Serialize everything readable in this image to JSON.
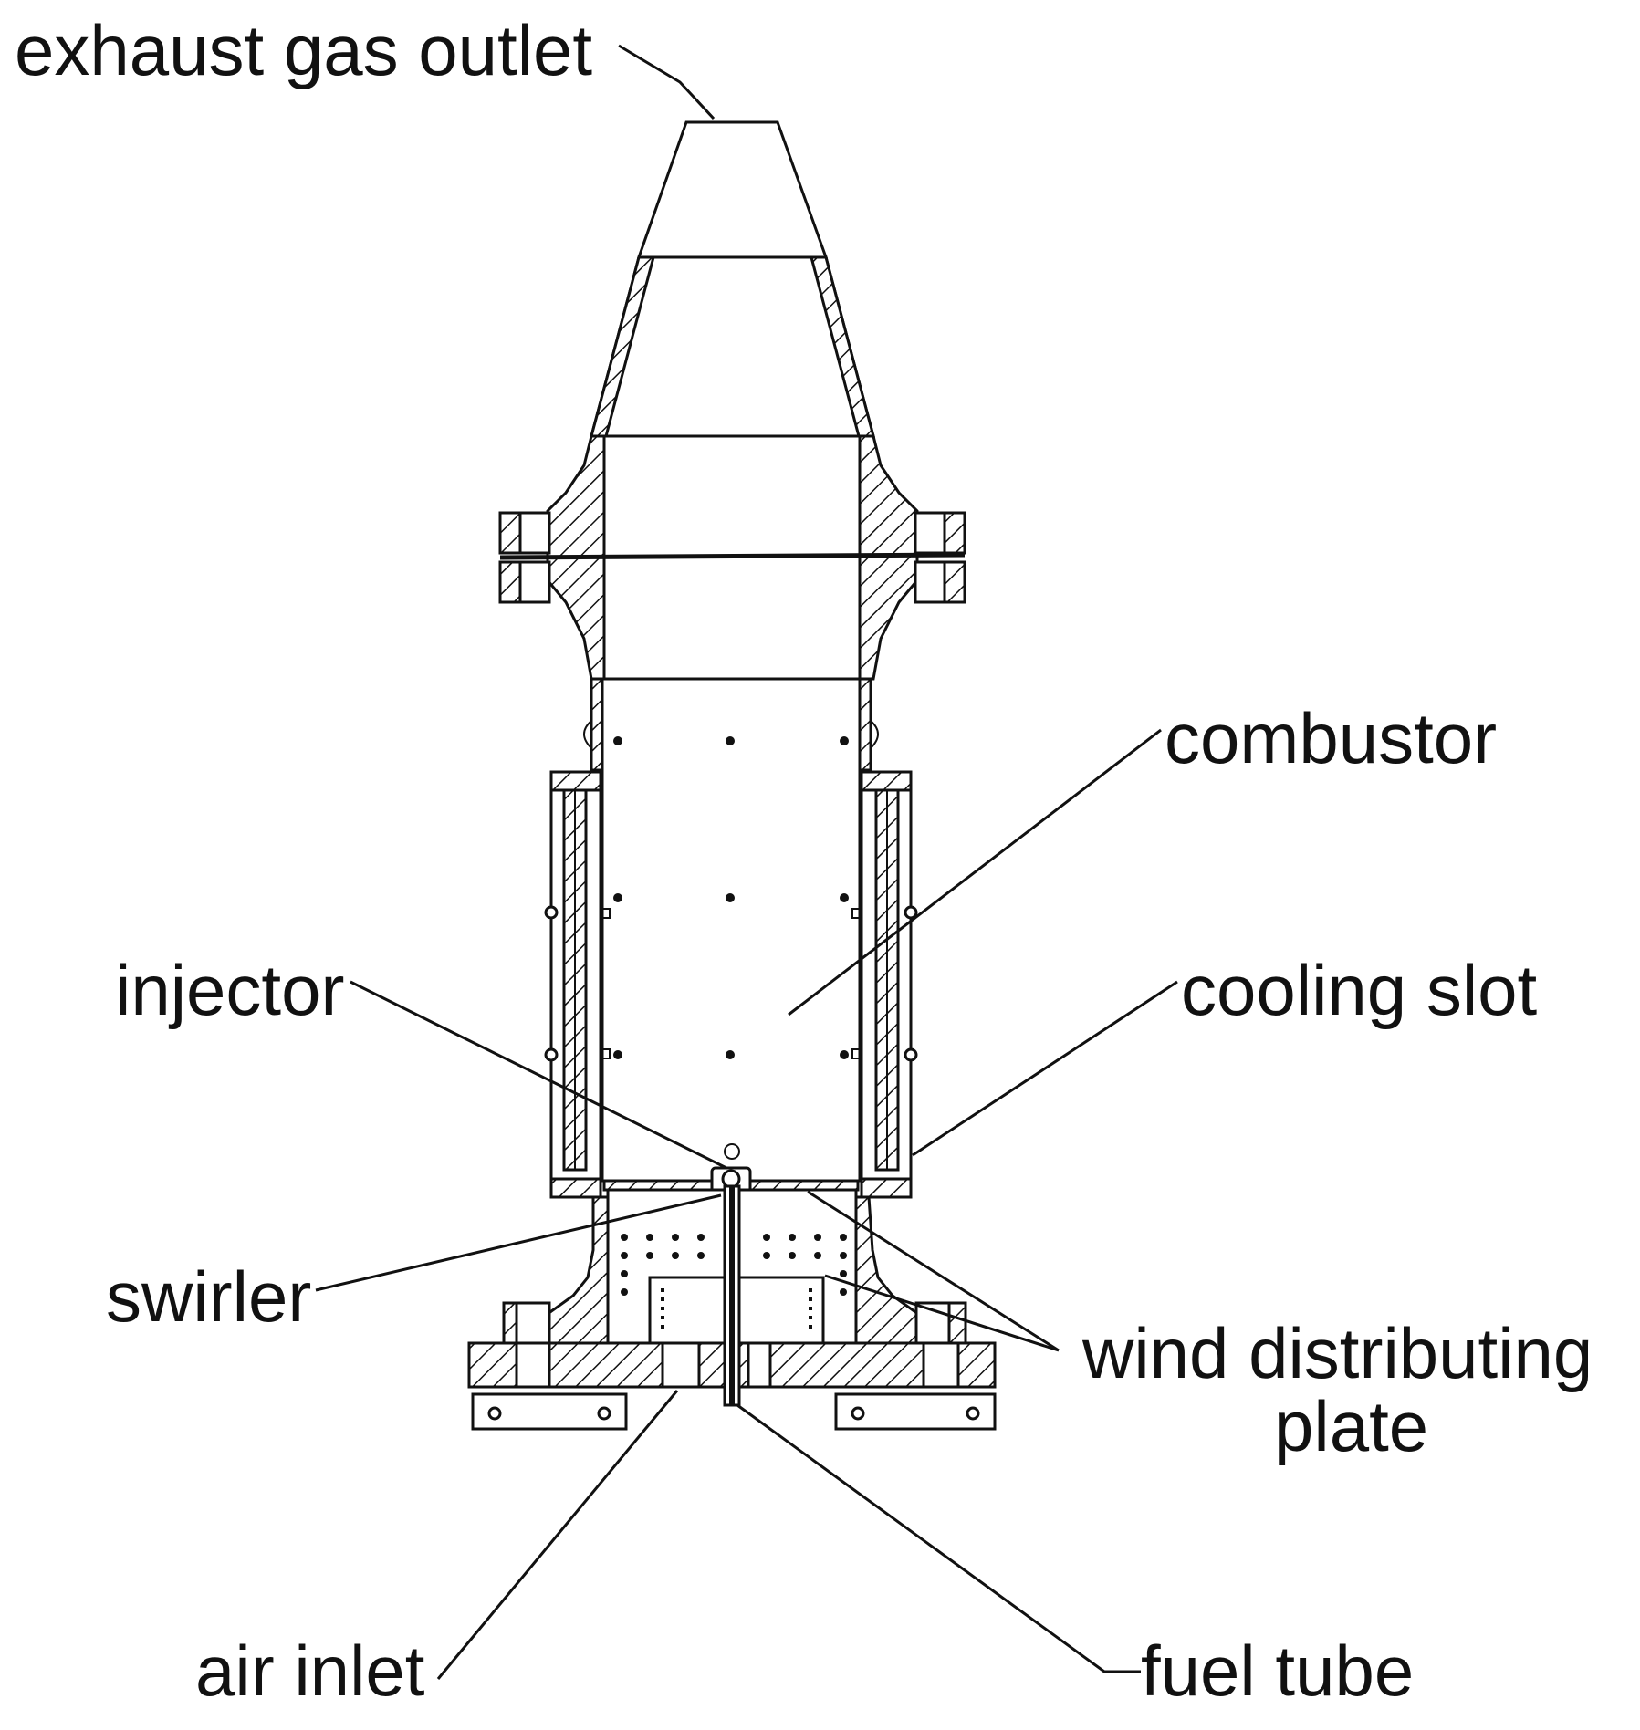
{
  "labels": {
    "exhaust_gas_outlet": "exhaust gas outlet",
    "combustor": "combustor",
    "injector": "injector",
    "cooling_slot": "cooling slot",
    "swirler": "swirler",
    "wind_distributing_plate_line1": "wind distributing",
    "wind_distributing_plate_line2": "plate",
    "air_inlet": "air inlet",
    "fuel_tube": "fuel tube"
  }
}
